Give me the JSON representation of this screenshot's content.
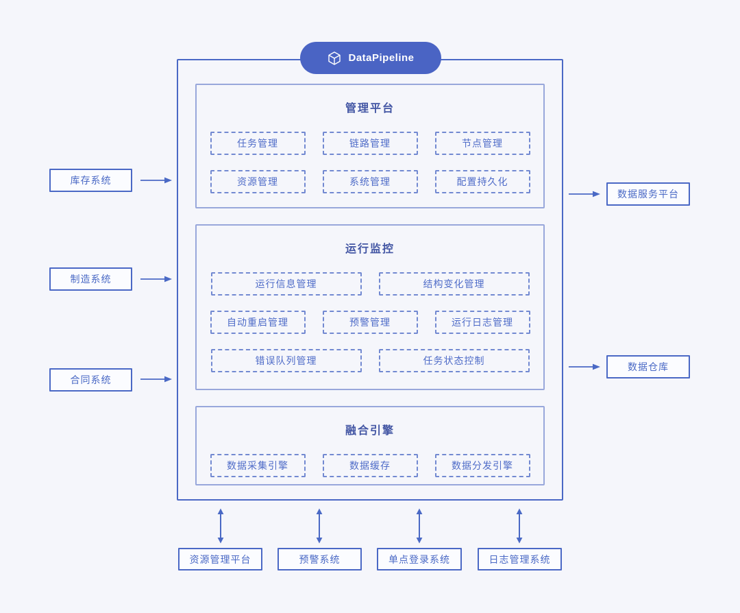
{
  "brand": {
    "name": "DataPipeline"
  },
  "colors": {
    "background": "#f5f6fb",
    "primary_blue": "#4a68c5",
    "pill_blue": "#4a64c4",
    "section_border": "#98a7db",
    "dashed_border": "#7289d1",
    "title_text": "#4356a4",
    "module_text": "#4f6cc8"
  },
  "sources": [
    {
      "label": "库存系统"
    },
    {
      "label": "制造系统"
    },
    {
      "label": "合同系统"
    }
  ],
  "targets": [
    {
      "label": "数据服务平台"
    },
    {
      "label": "数据仓库"
    }
  ],
  "platform": {
    "sections": [
      {
        "title": "管理平台",
        "rows": [
          [
            "任务管理",
            "链路管理",
            "节点管理"
          ],
          [
            "资源管理",
            "系统管理",
            "配置持久化"
          ]
        ]
      },
      {
        "title": "运行监控",
        "rows": [
          [
            "运行信息管理",
            "结构变化管理"
          ],
          [
            "自动重启管理",
            "预警管理",
            "运行日志管理"
          ],
          [
            "错误队列管理",
            "任务状态控制"
          ]
        ]
      },
      {
        "title": "融合引擎",
        "rows": [
          [
            "数据采集引擎",
            "数据缓存",
            "数据分发引擎"
          ]
        ]
      }
    ]
  },
  "bottom_systems": [
    {
      "label": "资源管理平台"
    },
    {
      "label": "预警系统"
    },
    {
      "label": "单点登录系统"
    },
    {
      "label": "日志管理系统"
    }
  ]
}
